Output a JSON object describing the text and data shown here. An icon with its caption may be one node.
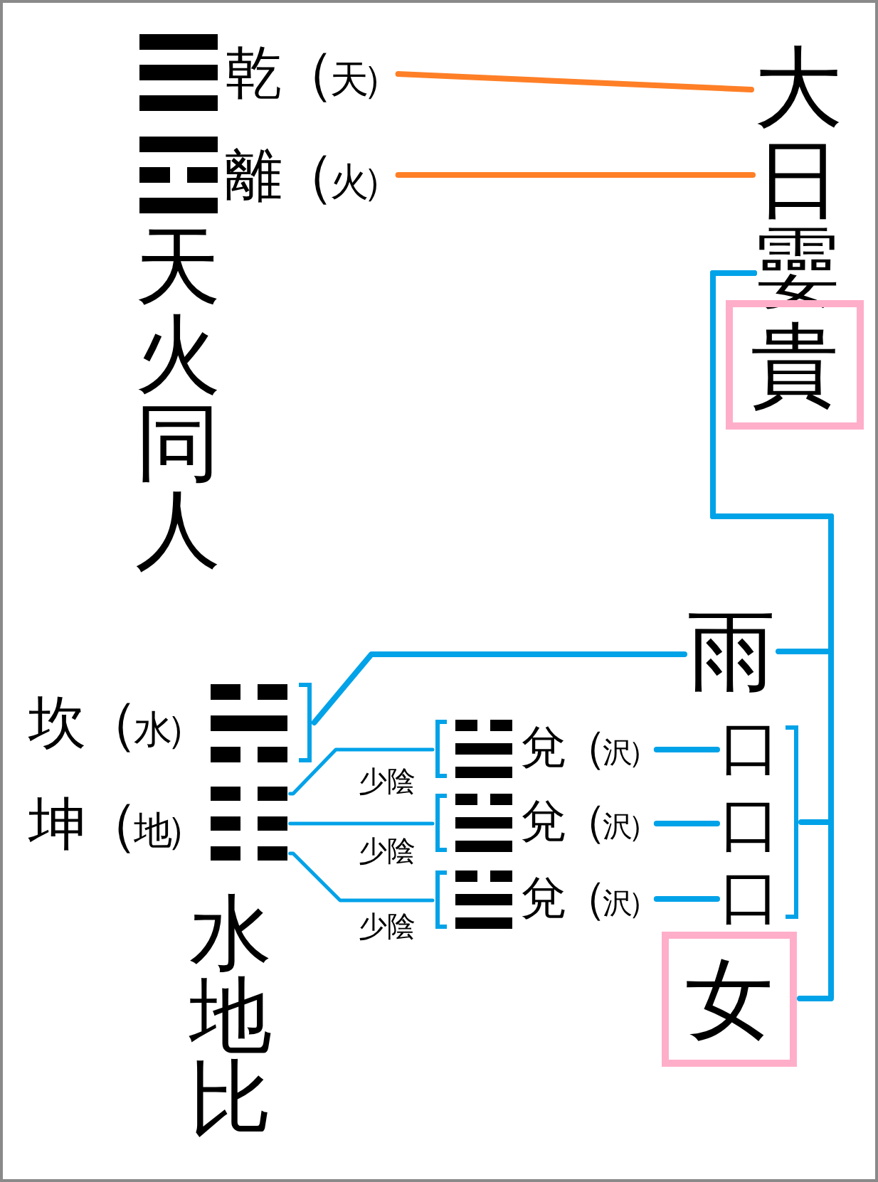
{
  "diagram": {
    "nodes": [
      {
        "text": [
          "乾（天）"
        ]
      },
      {
        "text": [
          "離（火）"
        ]
      },
      {
        "text": [
          "大"
        ]
      },
      {
        "text": [
          "日"
        ]
      },
      {
        "text": [
          "孁"
        ]
      },
      {
        "text": [
          "貴"
        ]
      },
      {
        "text": [
          "雨"
        ]
      },
      {
        "text": [
          "坎（水）"
        ]
      },
      {
        "text": [
          "兌（沢）"
        ]
      },
      {
        "text": [
          "口"
        ]
      },
      {
        "text": [
          "坤（地）"
        ]
      },
      {
        "text": [
          "兌（沢）"
        ]
      },
      {
        "text": [
          "口"
        ]
      },
      {
        "text": [
          "兌（沢）"
        ]
      },
      {
        "text": [
          "口"
        ]
      },
      {
        "text": [],
        "shape": "bracket"
      },
      {
        "text": [
          "女"
        ]
      }
    ],
    "edges": [
      {
        "from": 0,
        "to": 2,
        "arrow": "none",
        "color": "#ff7f27"
      },
      {
        "from": 1,
        "to": 3,
        "arrow": "none",
        "color": "#ff7f27"
      },
      {
        "from": 7,
        "to": 6,
        "arrow": "none"
      },
      {
        "from": 10,
        "to": 8,
        "arrow": "none",
        "label": "少陰"
      },
      {
        "from": 10,
        "to": 11,
        "arrow": "none",
        "label": "少陰"
      },
      {
        "from": 10,
        "to": 13,
        "arrow": "none",
        "label": "少陰"
      },
      {
        "from": 8,
        "to": 9,
        "arrow": "none"
      },
      {
        "from": 11,
        "to": 12,
        "arrow": "none"
      },
      {
        "from": 13,
        "to": 14,
        "arrow": "none"
      },
      {
        "from": 4,
        "to": 6,
        "arrow": "none"
      },
      {
        "from": 4,
        "to": 15,
        "arrow": "none"
      },
      {
        "from": 4,
        "to": 16,
        "arrow": "none"
      }
    ],
    "labels": [
      "天火同人",
      "水地比"
    ]
  }
}
